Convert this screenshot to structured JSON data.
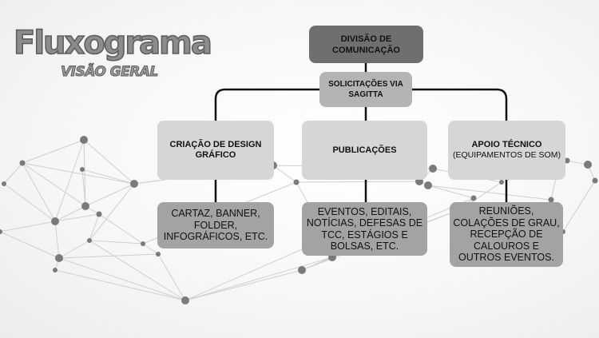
{
  "header": {
    "title": "Fluxograma",
    "subtitle": "VISÃO GERAL"
  },
  "colors": {
    "root_box": "#6f6f6f",
    "request_box": "#b4b4b4",
    "category_box": "#d6d6d6",
    "detail_box": "#a3a3a3",
    "connector": "#111111",
    "network_node": "#7a7a7a",
    "network_edge": "#cfcfcf"
  },
  "flowchart": {
    "root": {
      "label": "DIVISÃO DE COMUNICAÇÃO"
    },
    "request": {
      "label": "SOLICITAÇÕES VIA SAGITTA"
    },
    "categories": [
      {
        "title": "CRIAÇÃO DE DESIGN GRÁFICO",
        "subtitle": "",
        "details": "CARTAZ, BANNER, FOLDER, INFOGRÁFICOS, ETC."
      },
      {
        "title": "PUBLICAÇÕES",
        "subtitle": "",
        "details": "EVENTOS, EDITAIS, NOTÍCIAS, DEFESAS DE TCC, ESTÁGIOS E BOLSAS, ETC."
      },
      {
        "title": "APOIO TÉCNICO",
        "subtitle": "(EQUIPAMENTOS DE SOM)",
        "details": "REUNIÕES, COLAÇÕES DE GRAU, RECEPÇÃO DE CALOUROS E OUTROS EVENTOS."
      }
    ]
  }
}
